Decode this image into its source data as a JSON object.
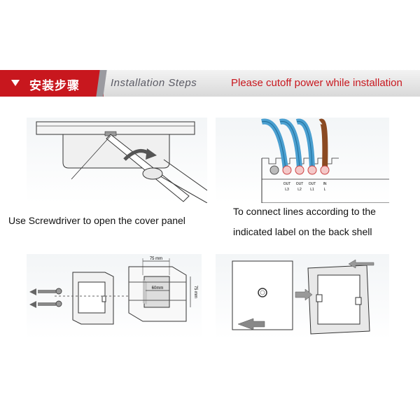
{
  "header": {
    "title_cn": "安装步骤",
    "title_en": "Installation Steps",
    "warning": "Please cutoff power while installation",
    "accent_color": "#c8171e",
    "arrow_icon": "triangle-down-icon"
  },
  "steps": [
    {
      "caption": "Use Screwdriver to open the cover panel"
    },
    {
      "caption_line1": "To connect lines according to the",
      "caption_line2": "indicated label on the back shell",
      "terminals": [
        {
          "top": "OUT",
          "bottom": "L3"
        },
        {
          "top": "OUT",
          "bottom": "L2"
        },
        {
          "top": "OUT",
          "bottom": "L1"
        },
        {
          "top": "IN",
          "bottom": "L"
        }
      ]
    },
    {
      "dim_width": "75 mm",
      "dim_depth": "60mm",
      "dim_height": "75 mm"
    },
    {}
  ]
}
